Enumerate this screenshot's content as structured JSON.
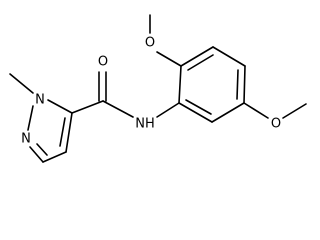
{
  "molecule": {
    "atoms": {
      "n_methyl": "N",
      "n_ring": "N",
      "n_amide": "NH",
      "o_carbonyl": "O",
      "o_methoxy_top": "O",
      "o_methoxy_right": "O"
    }
  }
}
